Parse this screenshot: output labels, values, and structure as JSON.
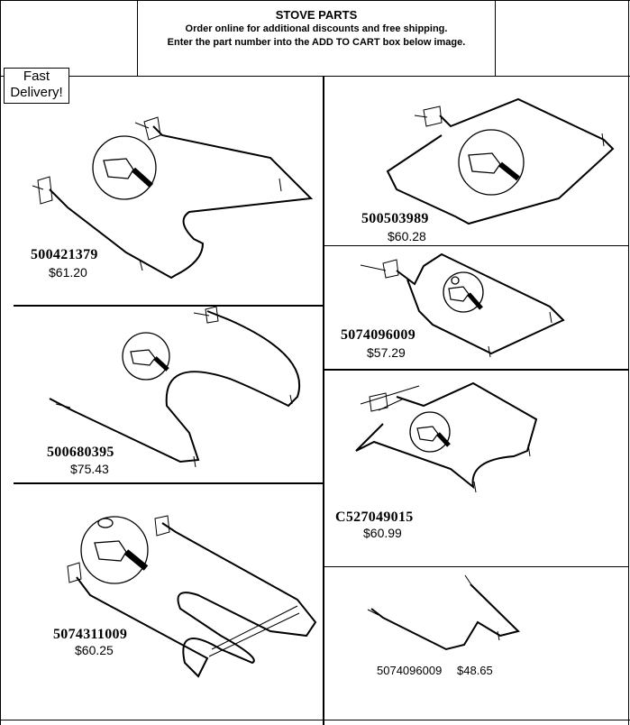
{
  "header": {
    "title": "STOVE PARTS",
    "line1": "Order online for additional discounts and free shipping.",
    "line2": "Enter the part number into the ADD TO CART box below image."
  },
  "badge": {
    "line1": "Fast",
    "line2": "Delivery!"
  },
  "parts": [
    {
      "number": "500421379",
      "price": "$61.20"
    },
    {
      "number": "500503989",
      "price": "$60.28"
    },
    {
      "number": "5074096009",
      "price": "$57.29"
    },
    {
      "number": "500680395",
      "price": "$75.43"
    },
    {
      "number": "C527049015",
      "price": "$60.99"
    },
    {
      "number": "5074311009",
      "price": "$60.25"
    },
    {
      "number": "5074096009",
      "price": "$48.65"
    }
  ]
}
